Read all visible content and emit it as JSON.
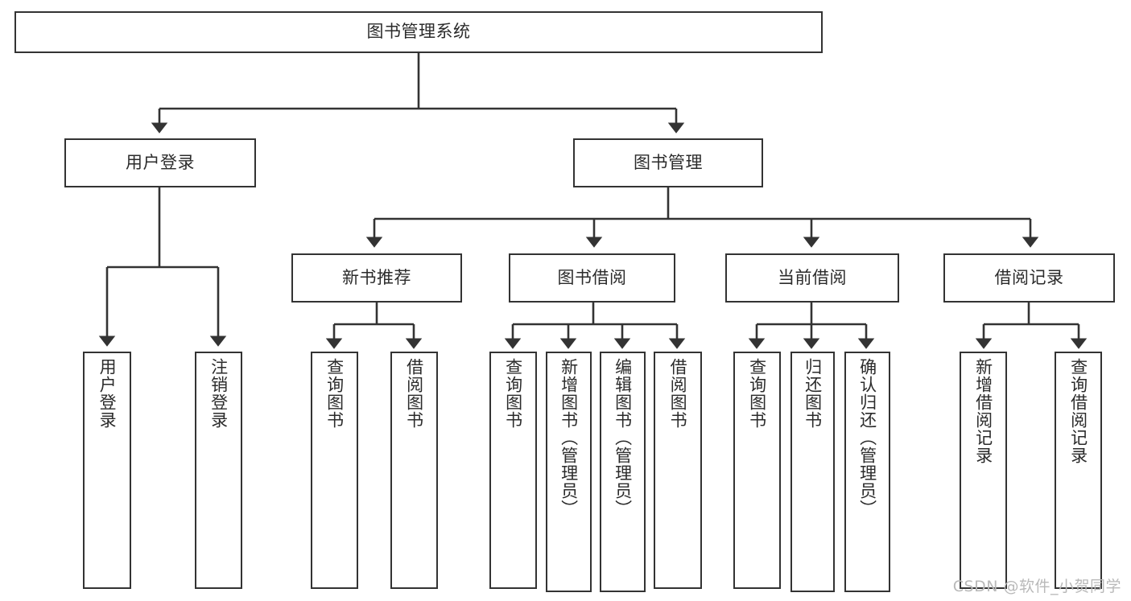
{
  "diagram": {
    "kind": "tree-hierarchy-chart",
    "root": {
      "label": "图书管理系统"
    },
    "level2": [
      {
        "id": "user-login",
        "label": "用户登录"
      },
      {
        "id": "book-management",
        "label": "图书管理"
      }
    ],
    "level3": [
      {
        "id": "new-book-recommend",
        "label": "新书推荐",
        "parent": "book-management"
      },
      {
        "id": "book-borrow",
        "label": "图书借阅",
        "parent": "book-management"
      },
      {
        "id": "current-borrow",
        "label": "当前借阅",
        "parent": "book-management"
      },
      {
        "id": "borrow-record",
        "label": "借阅记录",
        "parent": "book-management"
      }
    ],
    "leaves": [
      {
        "id": "leaf-user-login",
        "label": "用户登录",
        "parent": "user-login"
      },
      {
        "id": "leaf-logout-login",
        "label": "注销登录",
        "parent": "user-login"
      },
      {
        "id": "leaf-query-book-1",
        "label": "查询图书",
        "parent": "new-book-recommend"
      },
      {
        "id": "leaf-borrow-book-1",
        "label": "借阅图书",
        "parent": "new-book-recommend"
      },
      {
        "id": "leaf-query-book-2",
        "label": "查询图书",
        "parent": "book-borrow"
      },
      {
        "id": "leaf-add-book",
        "label": "新增图书（管理员）",
        "parent": "book-borrow"
      },
      {
        "id": "leaf-edit-book",
        "label": "编辑图书（管理员）",
        "parent": "book-borrow"
      },
      {
        "id": "leaf-borrow-book-2",
        "label": "借阅图书",
        "parent": "book-borrow"
      },
      {
        "id": "leaf-query-book-3",
        "label": "查询图书",
        "parent": "current-borrow"
      },
      {
        "id": "leaf-return-book",
        "label": "归还图书",
        "parent": "current-borrow"
      },
      {
        "id": "leaf-confirm-return",
        "label": "确认归还（管理员）",
        "parent": "current-borrow"
      },
      {
        "id": "leaf-add-record",
        "label": "新增借阅记录",
        "parent": "borrow-record"
      },
      {
        "id": "leaf-query-record",
        "label": "查询借阅记录",
        "parent": "borrow-record"
      }
    ]
  },
  "watermark": {
    "text": "CSDN @软件_小贺同学"
  },
  "colors": {
    "border": "#333333",
    "text": "#2b2b2b",
    "background": "#ffffff",
    "watermark": "#b9b9b9"
  }
}
